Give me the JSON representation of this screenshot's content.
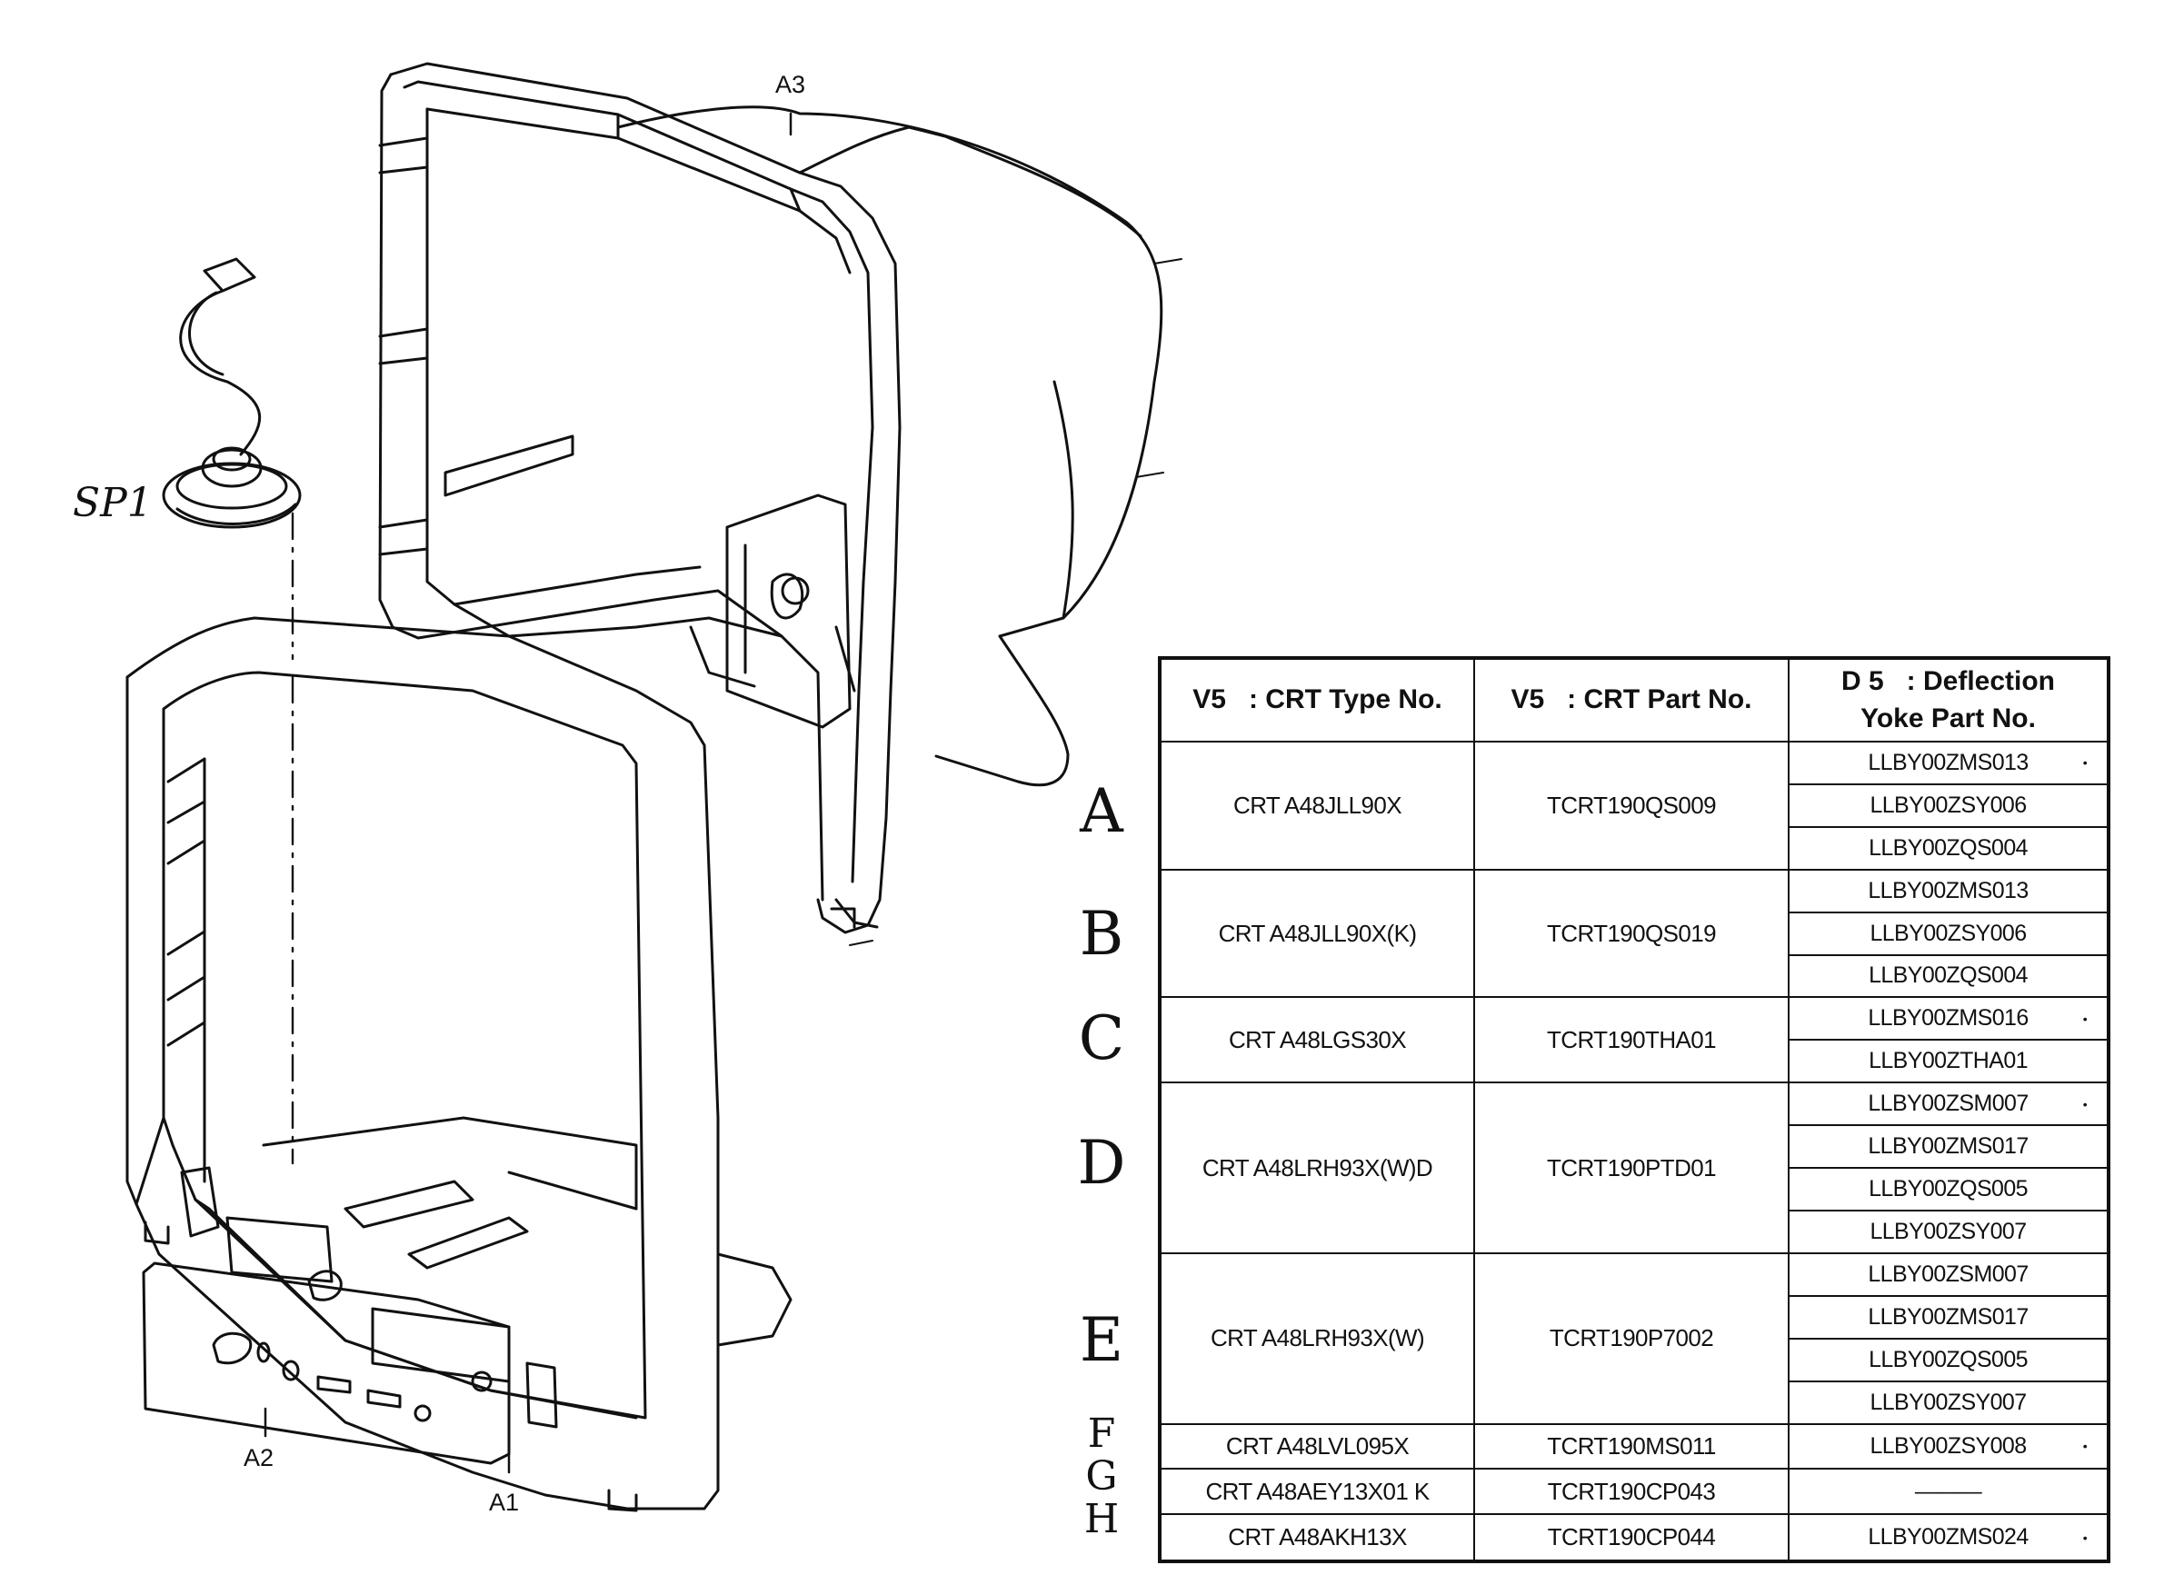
{
  "labels": {
    "speaker": "SP1",
    "rear_cabinet": "A3",
    "control_panel": "A2",
    "front_cabinet": "A1"
  },
  "table": {
    "headers": {
      "crt_type": "V5   : CRT Type No.",
      "crt_part": "V5   : CRT Part No.",
      "yoke_line1": "D 5   : Deflection",
      "yoke_line2": "Yoke Part No."
    },
    "groups": [
      {
        "letter": "A",
        "crt_type": "CRT A48JLL90X",
        "crt_part": "TCRT190QS009",
        "yokes": [
          "LLBY00ZMS013",
          "LLBY00ZSY006",
          "LLBY00ZQS004"
        ]
      },
      {
        "letter": "B",
        "crt_type": "CRT A48JLL90X(K)",
        "crt_part": "TCRT190QS019",
        "yokes": [
          "LLBY00ZMS013",
          "LLBY00ZSY006",
          "LLBY00ZQS004"
        ]
      },
      {
        "letter": "C",
        "crt_type": "CRT A48LGS30X",
        "crt_part": "TCRT190THA01",
        "yokes": [
          "LLBY00ZMS016",
          "LLBY00ZTHA01"
        ]
      },
      {
        "letter": "D",
        "crt_type": "CRT A48LRH93X(W)D",
        "crt_part": "TCRT190PTD01",
        "yokes": [
          "LLBY00ZSM007",
          "LLBY00ZMS017",
          "LLBY00ZQS005",
          "LLBY00ZSY007"
        ]
      },
      {
        "letter": "E",
        "crt_type": "CRT A48LRH93X(W)",
        "crt_part": "TCRT190P7002",
        "yokes": [
          "LLBY00ZSM007",
          "LLBY00ZMS017",
          "LLBY00ZQS005",
          "LLBY00ZSY007"
        ]
      },
      {
        "letter": "F",
        "crt_type": "CRT A48LVL095X",
        "crt_part": "TCRT190MS011",
        "yokes": [
          "LLBY00ZSY008"
        ]
      },
      {
        "letter": "G",
        "crt_type": "CRT A48AEY13X01 K",
        "crt_part": "TCRT190CP043",
        "yokes": [
          "———"
        ]
      },
      {
        "letter": "H",
        "crt_type": "CRT A48AKH13X",
        "crt_part": "TCRT190CP044",
        "yokes": [
          "LLBY00ZMS024"
        ]
      }
    ]
  }
}
